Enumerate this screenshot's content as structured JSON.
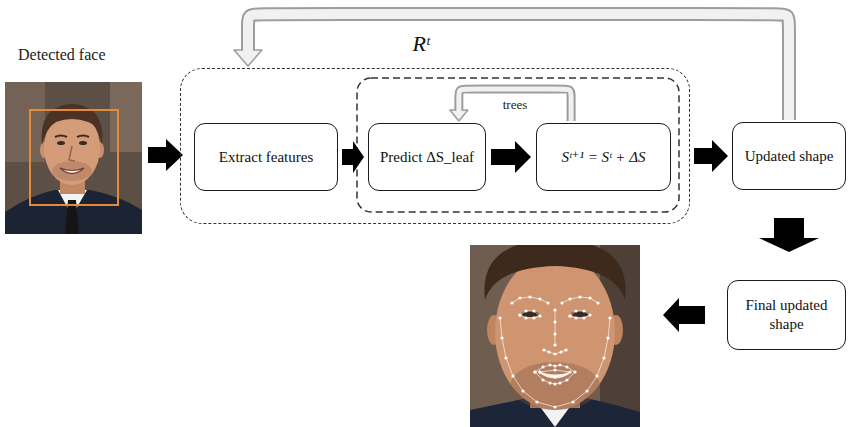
{
  "diagram": {
    "nodes": [
      {
        "text": [
          "Rᵗ"
        ]
      },
      {
        "text": [
          "Extract features"
        ],
        "in": 0
      },
      {
        "text": [
          "Predict ΔS_leaf"
        ],
        "in": 0
      },
      {
        "text": [
          "Sᵗ⁺¹ = Sᵗ + ΔS"
        ],
        "in": 0
      },
      {
        "text": [
          "Updated shape"
        ]
      },
      {
        "text": [
          "Final updated shape"
        ]
      }
    ],
    "edges": [
      {
        "from": 1,
        "to": 2,
        "arrow": "to"
      },
      {
        "from": 2,
        "to": 3,
        "arrow": "to"
      },
      {
        "from": 3,
        "to": 2,
        "label": "trees",
        "arrow": "to"
      },
      {
        "from": 0,
        "to": 4,
        "arrow": "to"
      },
      {
        "from": 4,
        "to": 0,
        "arrow": "to"
      },
      {
        "from": 4,
        "to": 5,
        "arrow": "to"
      }
    ],
    "labels": [
      "Detected face"
    ]
  }
}
